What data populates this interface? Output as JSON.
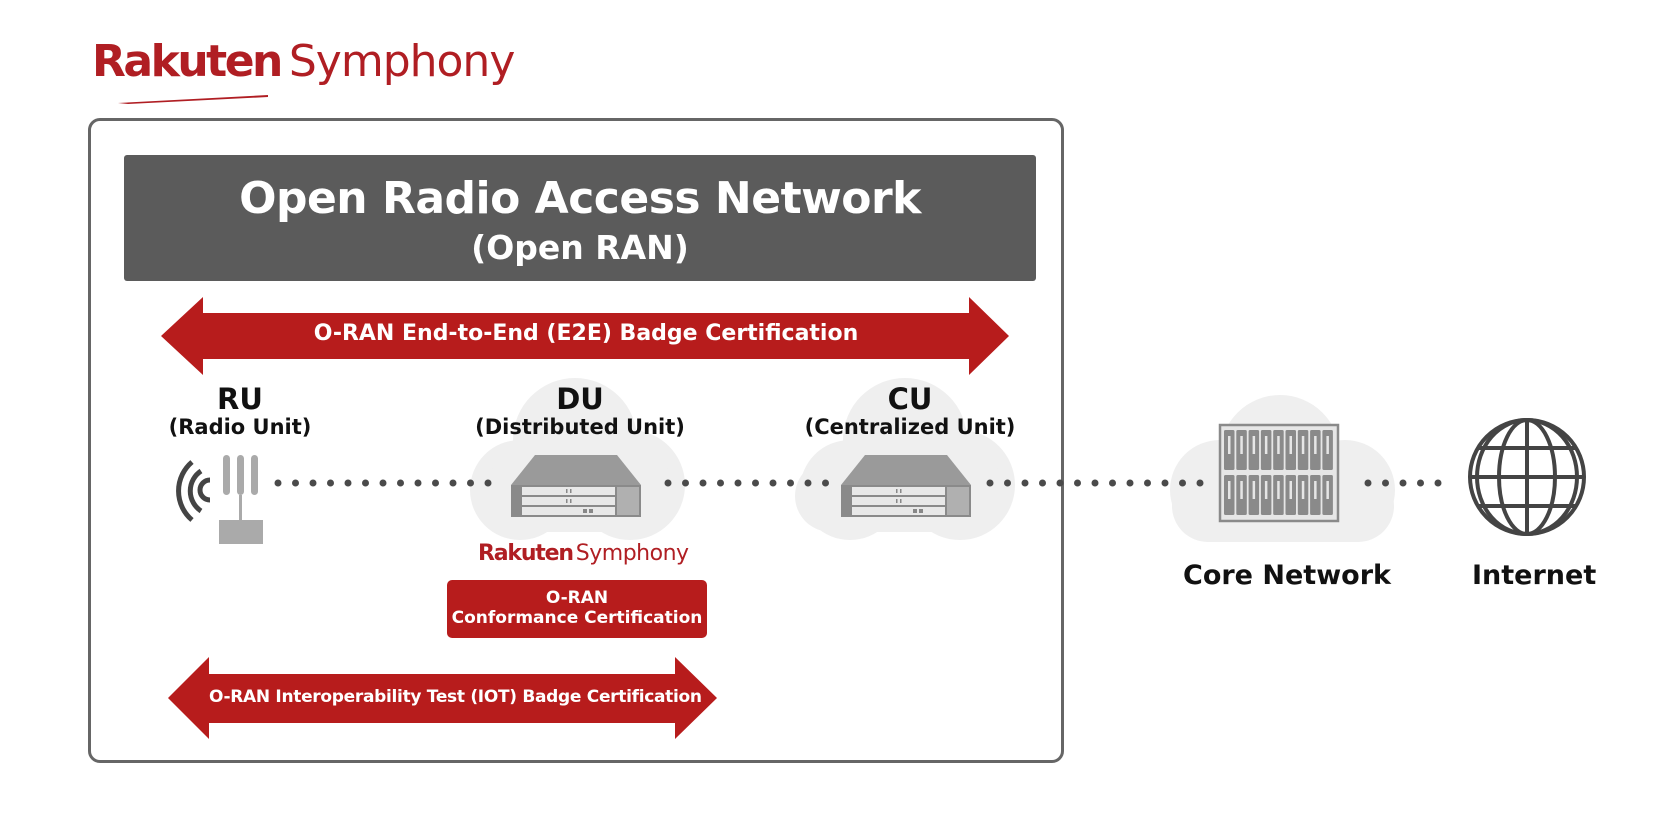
{
  "brand": {
    "logo_part1": "Rakuten",
    "logo_part2": "Symphony",
    "color": "#b01e23"
  },
  "header": {
    "title": "Open Radio Access Network",
    "subtitle": "(Open RAN)",
    "background": "#5b5b5b"
  },
  "e2e_arrow": {
    "label": "O-RAN End-to-End (E2E) Badge Certification",
    "color": "#b71c1c"
  },
  "iot_arrow": {
    "label": "O-RAN Interoperability Test (IOT) Badge Certification",
    "color": "#b71c1c"
  },
  "units": [
    {
      "abbr": "RU",
      "full": "(Radio Unit)",
      "icon": "radio-antenna-icon"
    },
    {
      "abbr": "DU",
      "full": "(Distributed Unit)",
      "icon": "server-icon"
    },
    {
      "abbr": "CU",
      "full": "(Centralized Unit)",
      "icon": "server-icon"
    }
  ],
  "du_vendor": {
    "logo_part1": "Rakuten",
    "logo_part2": "Symphony"
  },
  "conformance": {
    "line1": "O-RAN",
    "line2": "Conformance Certification"
  },
  "external": [
    {
      "label": "Core Network",
      "icon": "server-rack-icon"
    },
    {
      "label": "Internet",
      "icon": "globe-icon"
    }
  ],
  "colors": {
    "red": "#b71c1c",
    "dark_gray": "#5b5b5b",
    "icon_gray": "#8a8a8a",
    "cloud": "#efefef",
    "dot": "#4a4a4a"
  }
}
